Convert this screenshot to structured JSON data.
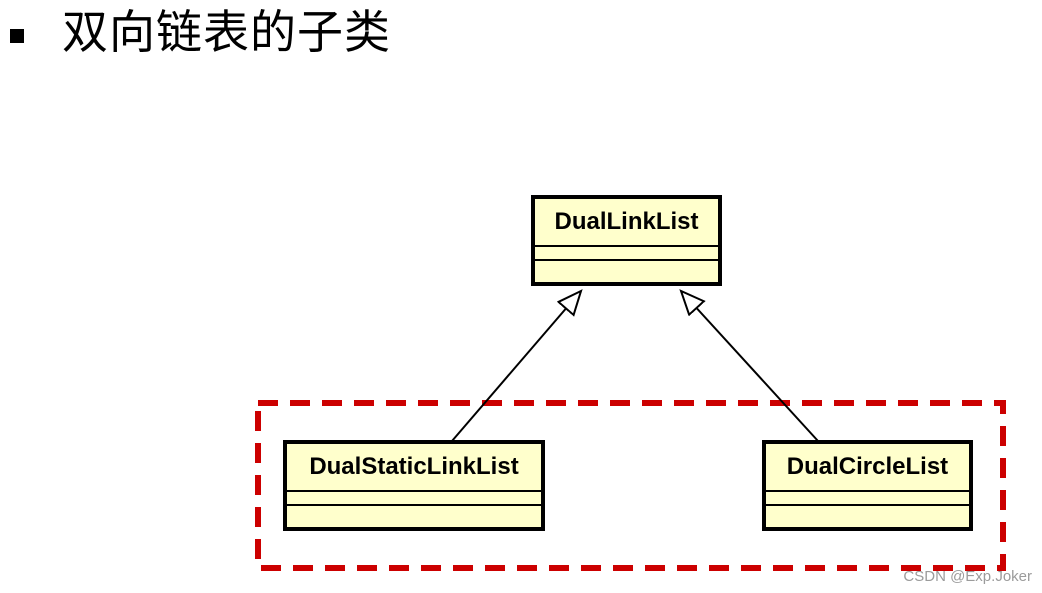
{
  "slide": {
    "title": "双向链表的子类"
  },
  "diagram": {
    "type": "uml-class-diagram",
    "classes": [
      {
        "name": "DualLinkList"
      },
      {
        "name": "DualStaticLinkList"
      },
      {
        "name": "DualCircleList"
      }
    ],
    "relations": [
      {
        "from": "DualStaticLinkList",
        "to": "DualLinkList",
        "type": "inheritance"
      },
      {
        "from": "DualCircleList",
        "to": "DualLinkList",
        "type": "inheritance"
      }
    ],
    "colors": {
      "class_fill": "#FFFFCC",
      "class_border": "#000000",
      "highlight_box": "#CC0000"
    }
  },
  "watermark": "CSDN @Exp.Joker"
}
